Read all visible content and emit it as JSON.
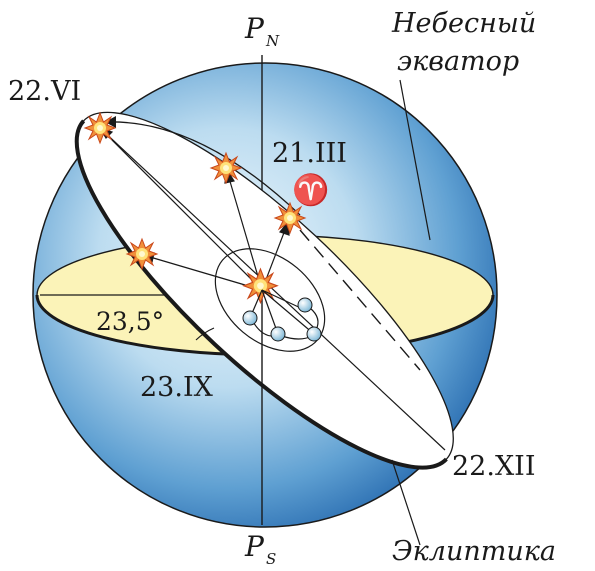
{
  "labels": {
    "pole_north": "P",
    "pole_north_sub": "N",
    "pole_south": "P",
    "pole_south_sub": "S",
    "celestial_equator_line1": "Небесный",
    "celestial_equator_line2": "экватор",
    "ecliptic": "Эклиптика",
    "date_summer_solstice": "22.VI",
    "date_spring_equinox": "21.III",
    "date_autumn_equinox": "23.IX",
    "date_winter_solstice": "22.XII",
    "vernal_point_symbol": "♈",
    "obliquity_angle": "23,5°"
  },
  "colors": {
    "sphere_light": "#e6f3fb",
    "sphere_dark": "#2f7cc0",
    "equator_plane": "#fbf3b8",
    "ecliptic_plane": "#ffffff",
    "star_fill": "#f2a24e",
    "star_core": "#fff2b0",
    "earth_fill": "#cfe6f2",
    "ink": "#1a1a1a"
  },
  "icons": {
    "star": "sun-star-icon",
    "earth": "earth-globe-icon"
  }
}
